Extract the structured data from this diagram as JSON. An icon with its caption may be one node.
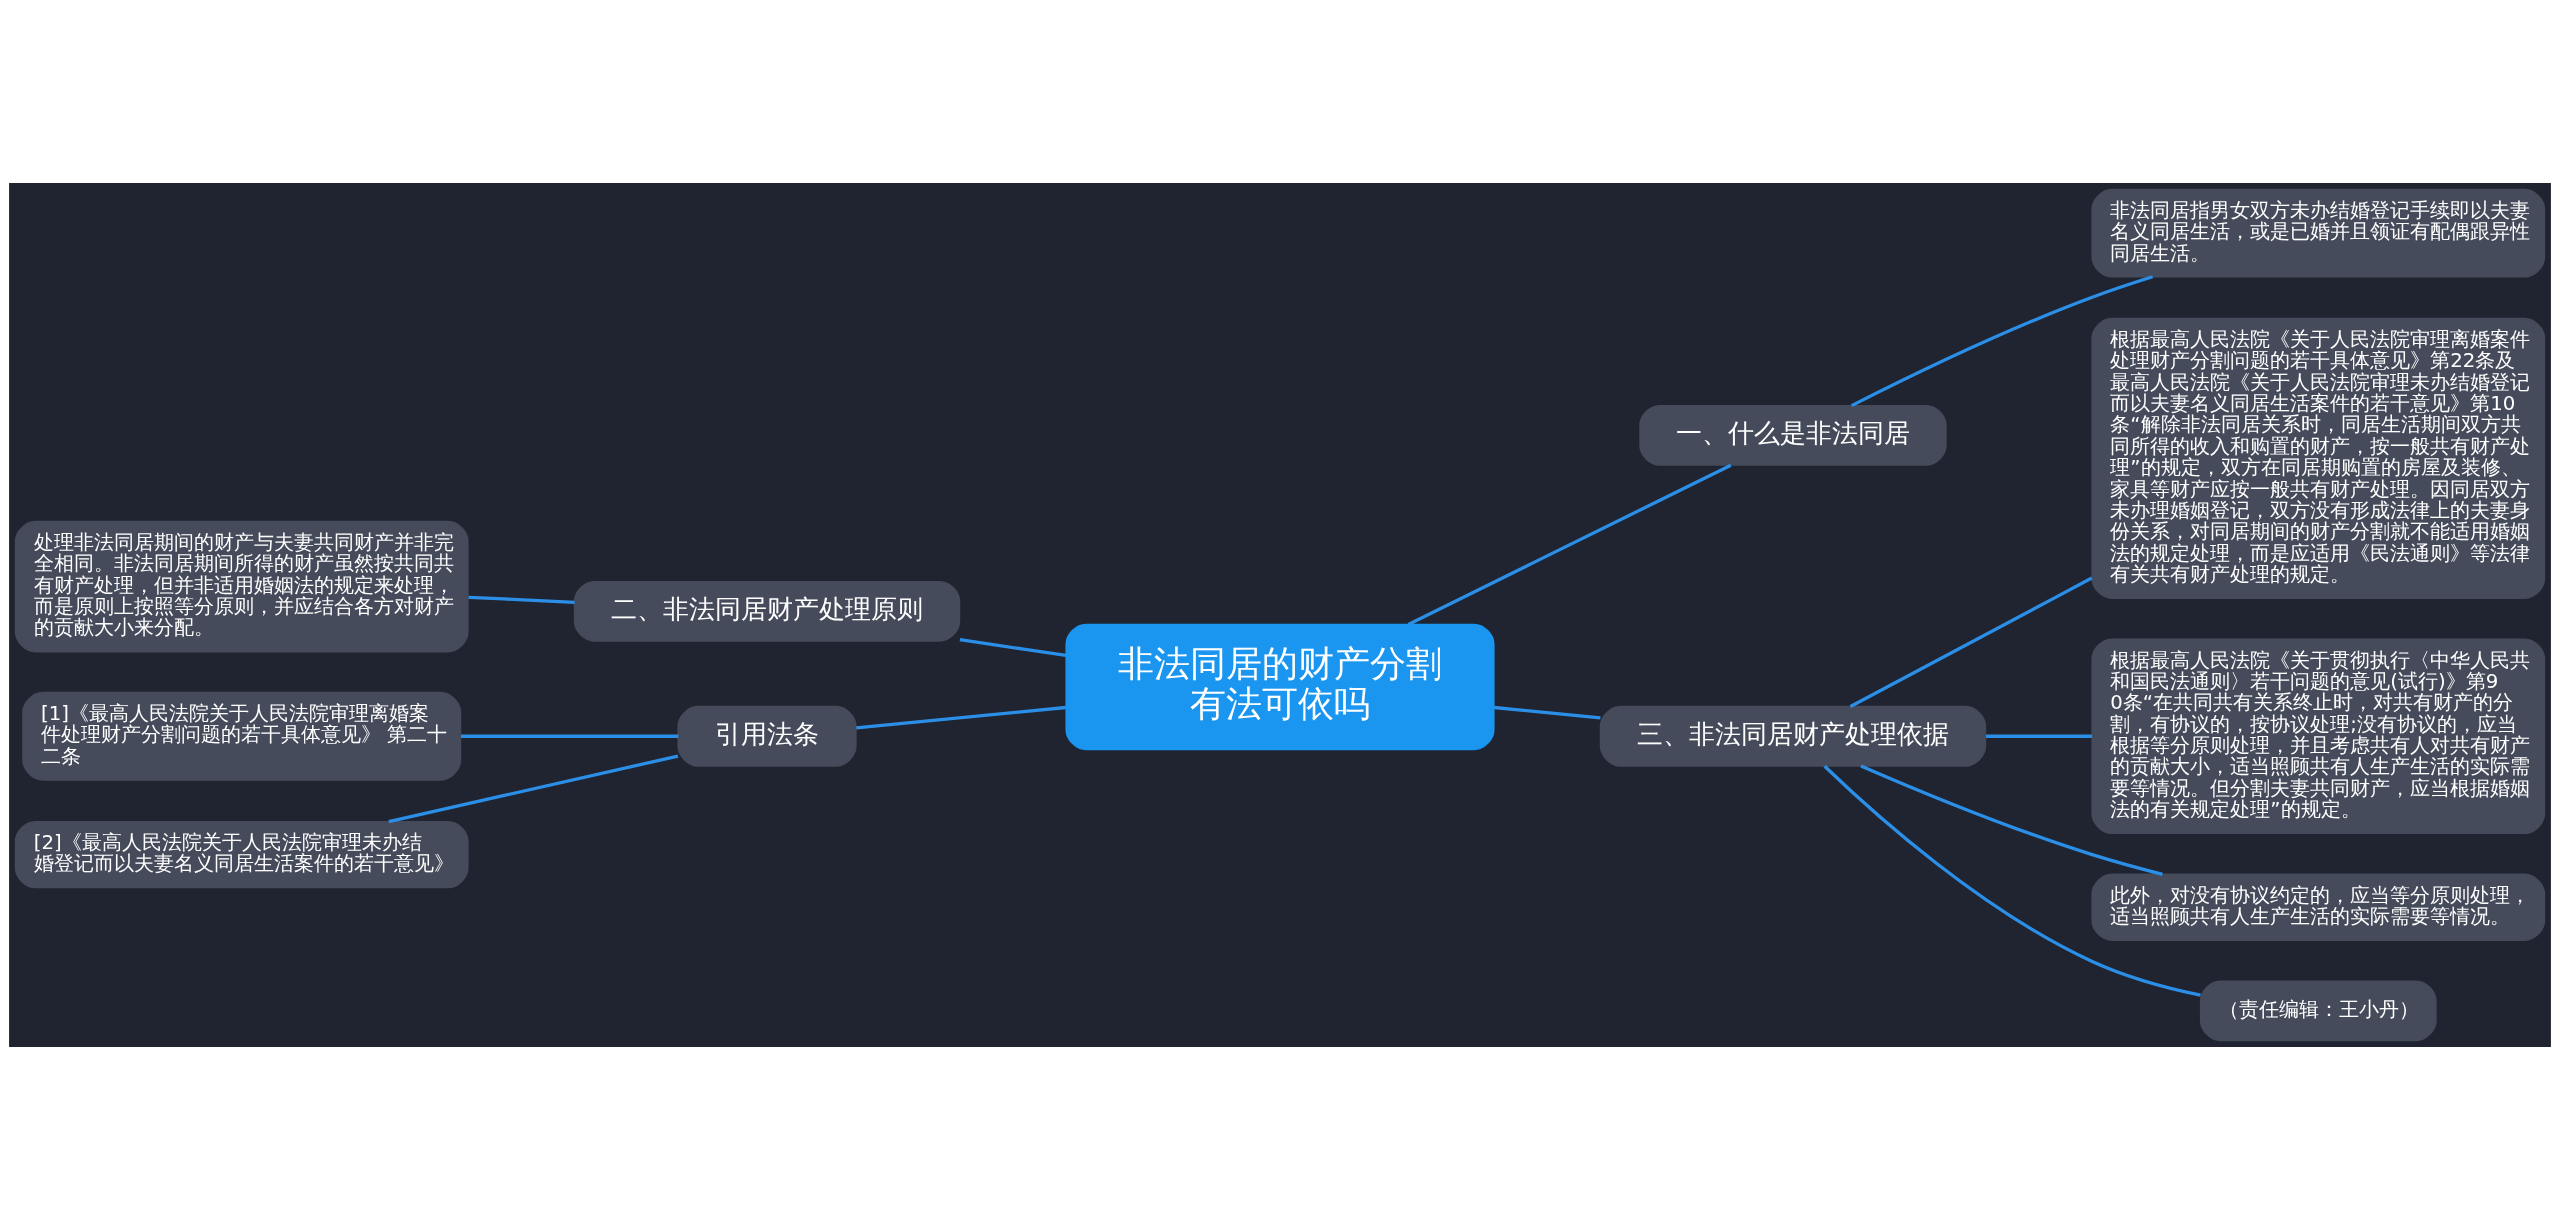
{
  "diagram": {
    "nodes": [
      {
        "text": [
          "非法同居的财产分割有法可依吗"
        ]
      },
      {
        "text": [
          "一、什么是非法同居"
        ]
      },
      {
        "text": [
          "非法同居指男女双方未办结婚登记手续即以夫妻名义同居生活，或是已婚并且领证有配偶跟异性同居生活。"
        ]
      },
      {
        "text": [
          "二、非法同居财产处理原则"
        ]
      },
      {
        "text": [
          "处理非法同居期间的财产与夫妻共同财产并非完全相同。非法同居期间所得的财产虽然按共同共有财产处理，但并非适用婚姻法的规定来处理，而是原则上按照等分原则，并应结合各方对财产的贡献大小来分配。"
        ]
      },
      {
        "text": [
          "引用法条"
        ]
      },
      {
        "text": [
          "[1]《最高人民法院关于人民法院审理离婚案件处理财产分割问题的若干具体意见》 第二十二条"
        ]
      },
      {
        "text": [
          "[2]《最高人民法院关于人民法院审理未办结婚登记而以夫妻名义同居生活案件的若干意见》"
        ]
      },
      {
        "text": [
          "三、非法同居财产处理依据"
        ]
      },
      {
        "text": [
          "根据最高人民法院《关于人民法院审理离婚案件处理财产分割问题的若干具体意见》第22条及最高人民法院《关于人民法院审理未办结婚登记而以夫妻名义同居生活案件的若干意见》第10条“解除非法同居关系时，同居生活期间双方共同所得的收入和购置的财产，按一般共有财产处理”的规定，双方在同居期购置的房屋及装修、家具等财产应按一般共有财产处理。因同居双方未办理婚姻登记，双方没有形成法律上的夫妻身份关系，对同居期间的财产分割就不能适用婚姻法的规定处理，而是应适用《民法通则》等法律有关共有财产处理的规定。"
        ]
      },
      {
        "text": [
          "根据最高人民法院《关于贯彻执行〈中华人民共和国民法通则〉若干问题的意见(试行)》第90条“在共同共有关系终止时，对共有财产的分割，有协议的，按协议处理;没有协议的，应当根据等分原则处理，并且考虑共有人对共有财产的贡献大小，适当照顾共有人生产生活的实际需要等情况。但分割夫妻共同财产，应当根据婚姻法的有关规定处理”的规定。"
        ]
      },
      {
        "text": [
          "此外，对没有协议约定的，应当等分原则处理，适当照顾共有人生产生活的实际需要等情况。"
        ]
      },
      {
        "text": [
          "（责任编辑：王小丹）"
        ]
      }
    ],
    "edges": [
      {
        "from": 0,
        "to": 1,
        "arrow": "none"
      },
      {
        "from": 1,
        "to": 2,
        "arrow": "none"
      },
      {
        "from": 0,
        "to": 3,
        "arrow": "none"
      },
      {
        "from": 3,
        "to": 4,
        "arrow": "none"
      },
      {
        "from": 0,
        "to": 5,
        "arrow": "none"
      },
      {
        "from": 5,
        "to": 6,
        "arrow": "none"
      },
      {
        "from": 5,
        "to": 7,
        "arrow": "none"
      },
      {
        "from": 0,
        "to": 8,
        "arrow": "none"
      },
      {
        "from": 8,
        "to": 9,
        "arrow": "none"
      },
      {
        "from": 8,
        "to": 10,
        "arrow": "none"
      },
      {
        "from": 8,
        "to": 11,
        "arrow": "none"
      },
      {
        "from": 8,
        "to": 12,
        "arrow": "none"
      }
    ]
  }
}
